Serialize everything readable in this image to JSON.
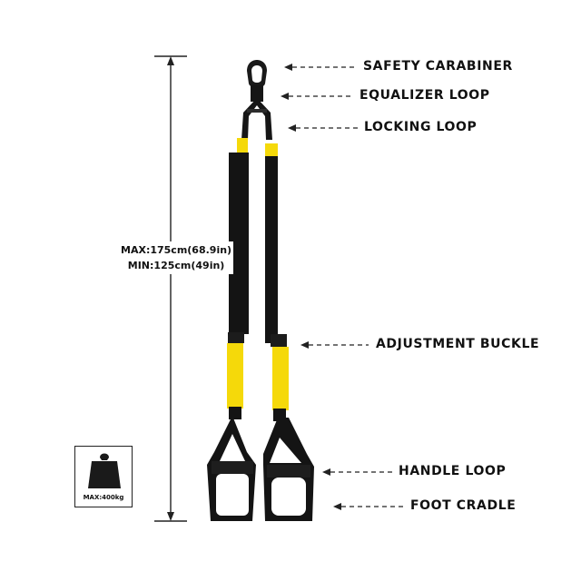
{
  "callouts": {
    "safety_carabiner": "SAFETY CARABINER",
    "equalizer_loop": "EQUALIZER LOOP",
    "locking_loop": "LOCKING LOOP",
    "adjustment_buckle": "ADJUSTMENT BUCKLE",
    "handle_loop": "HANDLE LOOP",
    "foot_cradle": "FOOT CRADLE"
  },
  "dimension": {
    "max": "MAX:175cm(68.9in)",
    "min": "MIN:125cm(49in)"
  },
  "weight_badge": {
    "label": "MAX:400kg"
  },
  "colors": {
    "strap": "#141414",
    "accent": "#f5d90a",
    "line": "#222222"
  }
}
